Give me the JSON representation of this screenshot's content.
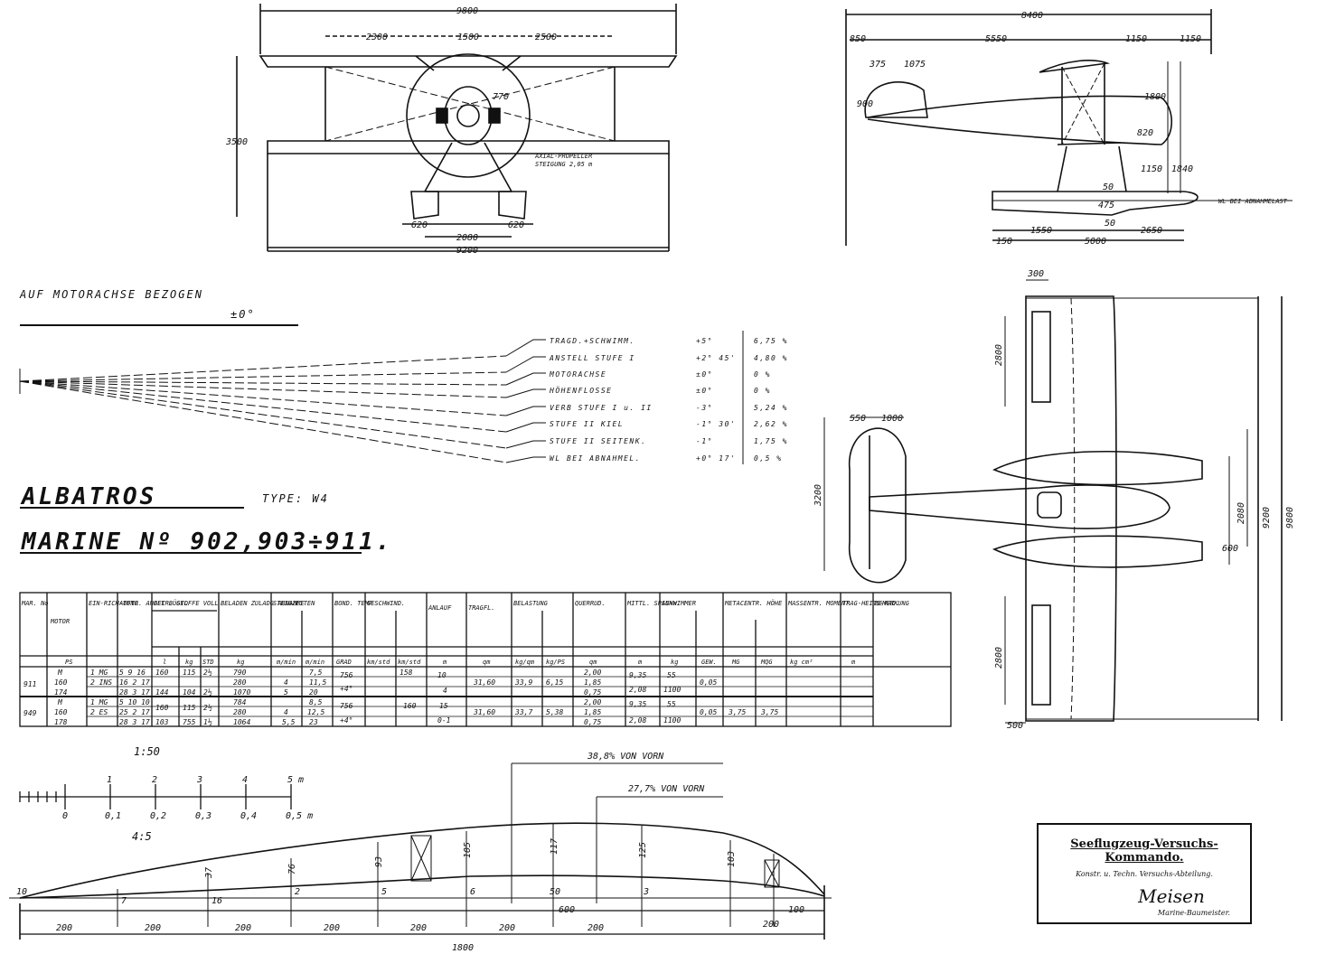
{
  "front_view": {
    "span_total": "9800",
    "bay_left": "2300",
    "bay_center": "1500",
    "bay_right": "2500",
    "height": "3500",
    "dim_770": "770",
    "propeller_note_1": "AXIAL-PROPELLER",
    "propeller_note_2": "STEIGUNG 2,05 m",
    "float_w_left": "620",
    "float_w_right": "620",
    "track": "2080",
    "lower_span": "9200"
  },
  "side_view": {
    "length_total": "8400",
    "d_850": "850",
    "d_5550": "5550",
    "d_1150a": "1150",
    "d_1150b": "1150",
    "d_375": "375",
    "d_1075": "1075",
    "d_900": "900",
    "d_820": "820",
    "d_1800": "1800",
    "d_1150c": "1150",
    "d_1840": "1840",
    "d_50a": "50",
    "d_475": "475",
    "d_50b": "50",
    "d_1550": "1550",
    "d_2650": "2650",
    "d_5000": "5000",
    "d_150": "150",
    "waterline_note": "WL BEI ABNAHMELAST"
  },
  "plan_view": {
    "d_300": "300",
    "d_2800a": "2800",
    "d_2800b": "2800",
    "d_9800": "9800",
    "d_9200r": "9200",
    "d_2080": "2080",
    "d_600": "600",
    "d_500": "500",
    "d_550": "550",
    "d_1000": "1000",
    "d_3200": "3200"
  },
  "incidence": {
    "heading": "AUF MOTORACHSE BEZOGEN",
    "sub": "±0°",
    "rows": [
      {
        "label": "TRAGD.+SCHWIMM.",
        "angle": "+5°",
        "pct": "6,75 %"
      },
      {
        "label": "ANSTELL STUFE I",
        "angle": "+2° 45'",
        "pct": "4,80 %"
      },
      {
        "label": "MOTORACHSE",
        "angle": "±0°",
        "pct": "0 %"
      },
      {
        "label": "HÖHENFLOSSE",
        "angle": "±0°",
        "pct": "0 %"
      },
      {
        "label": "VERB STUFE I u. II",
        "angle": "-3°",
        "pct": "5,24 %"
      },
      {
        "label": "STUFE II KIEL",
        "angle": "-1° 30'",
        "pct": "2,62 %"
      },
      {
        "label": "STUFE II SEITENK.",
        "angle": "-1°",
        "pct": "1,75 %"
      },
      {
        "label": "WL BEI ABNAHMEL.",
        "angle": "+0° 17'",
        "pct": "0,5 %"
      }
    ]
  },
  "title": {
    "name": "ALBATROS",
    "type": "TYPE: W4",
    "marine": "MARINE Nº 902,903÷911."
  },
  "table": {
    "headers": [
      "MAR. No",
      "MOTOR",
      "EIN-RICH-TUNG",
      "AUFTR. ANGEL BÜGEL",
      "BETR. STOFFE VOLL",
      "",
      "",
      "BELADEN ZULADG ABNAHME",
      "STEIGZEITEN",
      "",
      "BOND. TEMP",
      "GESCHWIND.",
      "",
      "ANLAUF",
      "TRAGFL.",
      "BELASTUNG",
      "",
      "QUERRUD.",
      "MITTL. SPANNW.",
      "SCHWIMMER",
      "",
      "METACENTR. HÖHE",
      "",
      "MASSENTR. MOMENT",
      "TRAG-HEITS-RAD.",
      "BEMERKUNG"
    ],
    "units": [
      "",
      "PS",
      "",
      "",
      "l",
      "kg",
      "STD",
      "kg",
      "m/min",
      "m/min",
      "GRAD",
      "km/std",
      "km/std",
      "m",
      "qm",
      "kg/qm",
      "kg/PS",
      "qm",
      "m",
      "kg",
      "GEW.",
      "MG",
      "MQG",
      "kg cm²",
      "m",
      ""
    ],
    "row_911": {
      "no": "911",
      "ps": [
        "M",
        "160",
        "174"
      ],
      "auftr": [
        "1 MG",
        "2 INS",
        ""
      ],
      "buegel": [
        "5 9 16",
        "16 2 17",
        "28 3 17"
      ],
      "liter": [
        "160",
        "",
        "144"
      ],
      "kg": [
        "115",
        "",
        "104"
      ],
      "std": [
        "2½",
        "",
        "2½"
      ],
      "zuladg": [
        "790",
        "280",
        "1070"
      ],
      "s500": [
        "",
        "4",
        "5"
      ],
      "s1500": [
        "7,5",
        "11,5",
        "20"
      ],
      "grad": [
        "756",
        "+4°",
        ""
      ],
      "kmh": [
        "158",
        "",
        ""
      ],
      "anlauf": [
        "10",
        "4",
        ""
      ],
      "tragfl": "31,60",
      "g_f": "33,9",
      "g_ps": "6,15",
      "querrud": [
        "2,00",
        "1,85",
        "0,75"
      ],
      "spannw": [
        "9,35",
        "2,08",
        ""
      ],
      "schw_kg": [
        "55",
        "1100",
        ""
      ],
      "gew": "0,05"
    },
    "row_949": {
      "no": "949",
      "ps": [
        "M",
        "160",
        "178"
      ],
      "auftr": [
        "1 MG",
        "2 ES",
        ""
      ],
      "buegel": [
        "5 10 10",
        "25 2 17",
        "28 3 17"
      ],
      "liter": [
        "160",
        "",
        "103"
      ],
      "kg": [
        "115",
        "",
        "755"
      ],
      "std": [
        "2½",
        "",
        "1½"
      ],
      "zuladg": [
        "784",
        "280",
        "1064"
      ],
      "s500": [
        "",
        "4",
        "5,5"
      ],
      "s1500": [
        "8,5",
        "12,5",
        "23"
      ],
      "grad": [
        "756",
        "+4°",
        ""
      ],
      "kmh": [
        "160",
        "",
        ""
      ],
      "anlauf": [
        "15",
        "0-1",
        ""
      ],
      "tragfl": "31,60",
      "g_f": "33,7",
      "g_ps": "5,38",
      "querrud": [
        "2,00",
        "1,85",
        "0,75"
      ],
      "spannw": [
        "9,35",
        "2,08",
        ""
      ],
      "schw_kg": [
        "55",
        "1100",
        ""
      ],
      "gew": "0,05",
      "mg": "3,75",
      "mqg": "3,75"
    }
  },
  "scale": {
    "s1": "1:50",
    "s2": "4:5",
    "ticks_top": [
      "1",
      "2",
      "3",
      "4",
      "5 m"
    ],
    "ticks_bottom": [
      "0",
      "0,1",
      "0,2",
      "0,3",
      "0,4",
      "0,5 m"
    ]
  },
  "profile": {
    "note1": "38,8% VON VORN",
    "note2": "27,7% VON VORN",
    "stations": [
      "10",
      "37",
      "76",
      "93",
      "105",
      "117",
      "125",
      "103"
    ],
    "lower": [
      "7",
      "16",
      "2",
      "5",
      "6",
      "50",
      "3"
    ],
    "spacings": [
      "200",
      "200",
      "200",
      "200",
      "200",
      "200",
      "200",
      "200",
      "100"
    ],
    "d_600": "600",
    "chord": "1800"
  },
  "stamp": {
    "line1": "Seeflugzeug-Versuchs-Kommando.",
    "line2": "Konstr. u. Techn. Versuchs-Abteilung.",
    "sign": "Meisen",
    "line3": "Marine-Baumeister."
  }
}
